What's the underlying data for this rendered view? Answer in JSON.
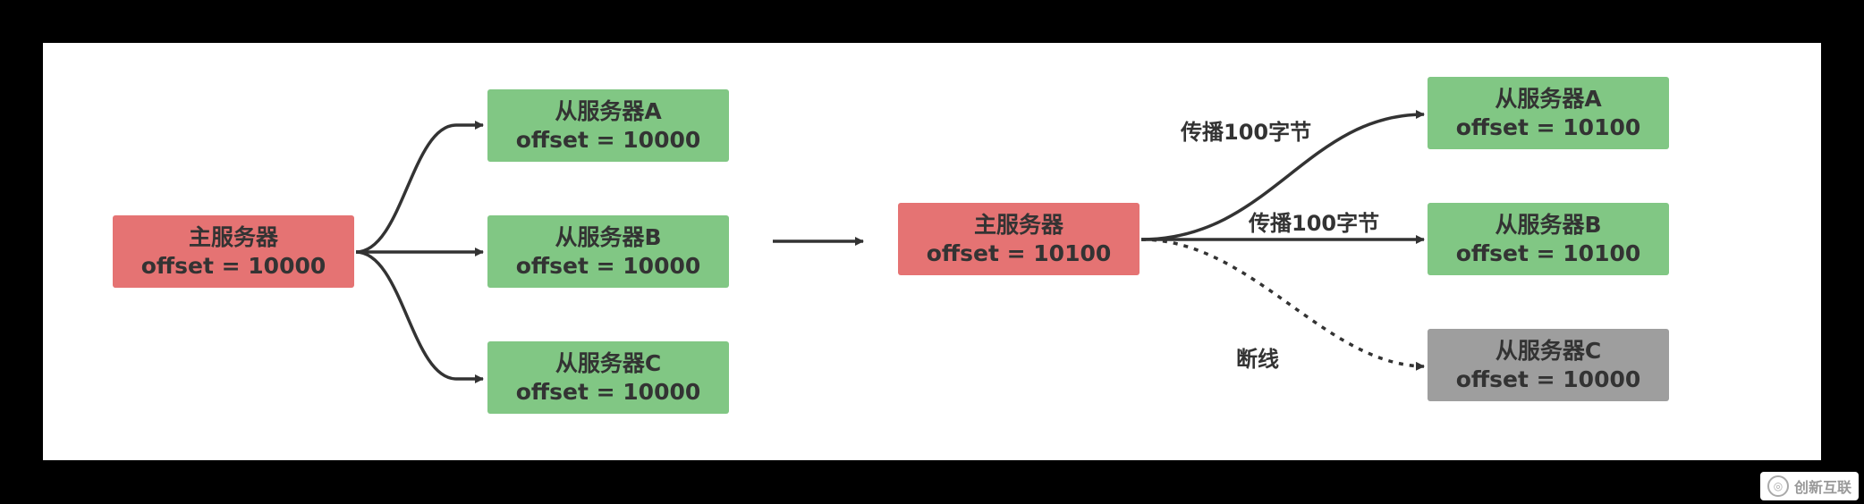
{
  "colors": {
    "master": "#E57373",
    "replica_ok": "#81C784",
    "replica_disconnected": "#9E9E9E",
    "edge": "#333333",
    "canvas": "#FFFFFF",
    "frame": "#000000"
  },
  "before": {
    "master": {
      "title": "主服务器",
      "offset": "offset = 10000"
    },
    "replica_a": {
      "title": "从服务器A",
      "offset": "offset = 10000"
    },
    "replica_b": {
      "title": "从服务器B",
      "offset": "offset = 10000"
    },
    "replica_c": {
      "title": "从服务器C",
      "offset": "offset = 10000"
    }
  },
  "after": {
    "master": {
      "title": "主服务器",
      "offset": "offset = 10100"
    },
    "replica_a": {
      "title": "从服务器A",
      "offset": "offset = 10100"
    },
    "replica_b": {
      "title": "从服务器B",
      "offset": "offset = 10100"
    },
    "replica_c": {
      "title": "从服务器C",
      "offset": "offset = 10000"
    },
    "edges": {
      "to_a_label": "传播100字节",
      "to_b_label": "传播100字节",
      "to_c_label": "断线"
    }
  },
  "watermark": {
    "icon": "brand-logo-icon",
    "text": "创新互联"
  }
}
